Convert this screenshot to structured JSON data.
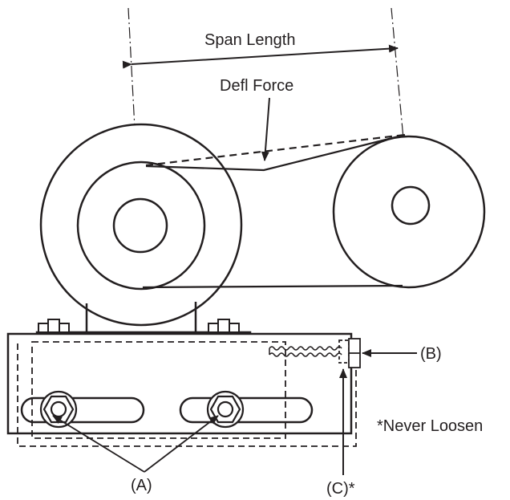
{
  "labels": {
    "span_length": "Span Length",
    "defl_force": "Defl Force",
    "callout_a": "(A)",
    "callout_b": "(B)",
    "callout_c": "(C)*",
    "note": "*Never Loosen"
  }
}
